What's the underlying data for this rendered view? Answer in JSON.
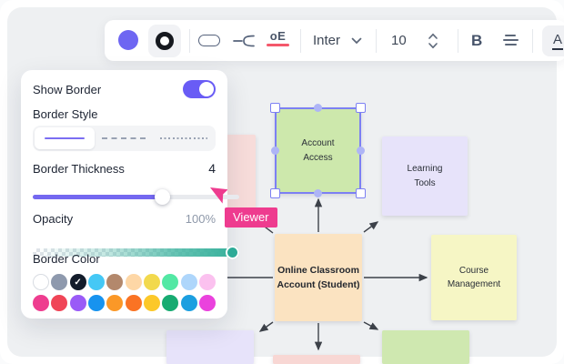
{
  "toolbar": {
    "font_family_value": "Inter",
    "font_size_value": "10",
    "bold_label": "B",
    "text_check_label": "oE",
    "underline_letter": "A"
  },
  "panel": {
    "show_border": {
      "label": "Show Border",
      "enabled": true
    },
    "border_style": {
      "label": "Border Style",
      "options": [
        "solid",
        "dashed",
        "dotted"
      ],
      "selected": "solid"
    },
    "border_thickness": {
      "label": "Border Thickness",
      "value": "4"
    },
    "opacity": {
      "label": "Opacity",
      "value": "100%"
    },
    "border_color": {
      "label": "Border Color",
      "selected_hex": "#131c2b",
      "swatch_rows": [
        [
          "#ffffff",
          "#8e99ad",
          "#131c2b",
          "#45c8f5",
          "#b3886c",
          "#fed7a6",
          "#f2d94d",
          "#53e8a4",
          "#aed6fb",
          "#fbc1ef"
        ],
        [
          "#ee3d8f",
          "#f04557",
          "#9a5bf7",
          "#1793ef",
          "#fb9827",
          "#fa7324",
          "#fcc829",
          "#17ab71",
          "#1c9fe0",
          "#ea42dd"
        ]
      ]
    }
  },
  "canvas": {
    "nodes": {
      "account_access": {
        "label": "Account Access",
        "fill": "#cde8ac",
        "selected": true
      },
      "learning_tools": {
        "label": "Learning Tools",
        "fill": "#e7e3fa"
      },
      "online_classroom": {
        "label": "Online Classroom Account (Student)",
        "fill": "#fbe3c1"
      },
      "course_management": {
        "label": "Course Management",
        "fill": "#f6f6c5"
      },
      "partial_pink_top": {
        "fill": "#f7dcda"
      },
      "partial_lavender_bottom": {
        "fill": "#e7e3fa"
      },
      "partial_pink_bottom": {
        "fill": "#f8d7d4"
      },
      "partial_green_bottom": {
        "fill": "#cfe8b0"
      }
    },
    "collaborator": {
      "label": "Viewer",
      "color": "#ee3c8f"
    }
  },
  "colors": {
    "accent_purple": "#695cf5",
    "selection_purple": "#7c80f3",
    "opacity_teal": "#3bb29d",
    "viewer_pink": "#ee3c8f",
    "canvas_bg": "#eef0f2"
  }
}
